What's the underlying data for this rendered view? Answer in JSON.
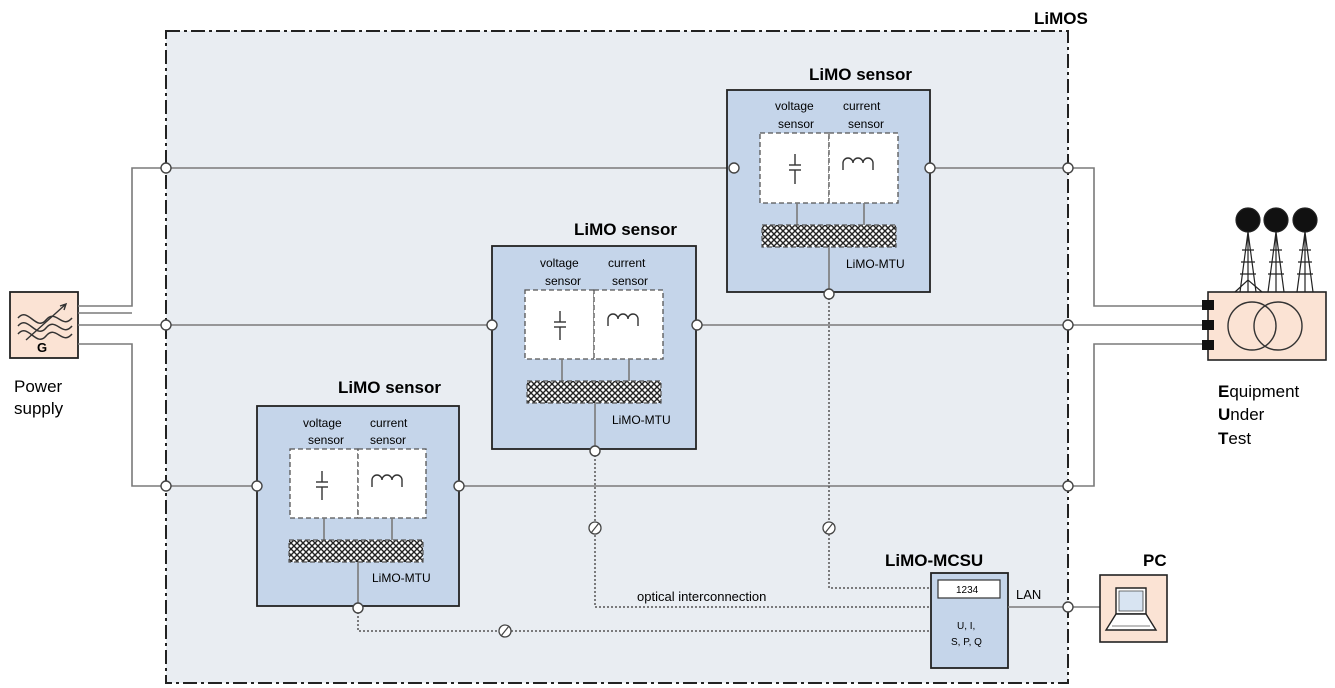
{
  "system": {
    "label": "LiMOS"
  },
  "power_supply": {
    "symbol_label": "G",
    "line1": "Power",
    "line2": "supply"
  },
  "eut": {
    "line1_first": "E",
    "line1_rest": "quipment",
    "line2_first": "U",
    "line2_rest": "nder",
    "line3_first": "T",
    "line3_rest": "est"
  },
  "sensors": [
    {
      "title": "LiMO sensor",
      "voltage_l1": "voltage",
      "voltage_l2": "sensor",
      "current_l1": "current",
      "current_l2": "sensor",
      "mtu": "LiMO-MTU"
    },
    {
      "title": "LiMO sensor",
      "voltage_l1": "voltage",
      "voltage_l2": "sensor",
      "current_l1": "current",
      "current_l2": "sensor",
      "mtu": "LiMO-MTU"
    },
    {
      "title": "LiMO sensor",
      "voltage_l1": "voltage",
      "voltage_l2": "sensor",
      "current_l1": "current",
      "current_l2": "sensor",
      "mtu": "LiMO-MTU"
    }
  ],
  "mcsu": {
    "title": "LiMO-MCSU",
    "display": "1234",
    "line1": "U, I,",
    "line2": "S, P, Q"
  },
  "links": {
    "optical": "optical interconnection",
    "lan": "LAN"
  },
  "pc": {
    "label": "PC"
  }
}
